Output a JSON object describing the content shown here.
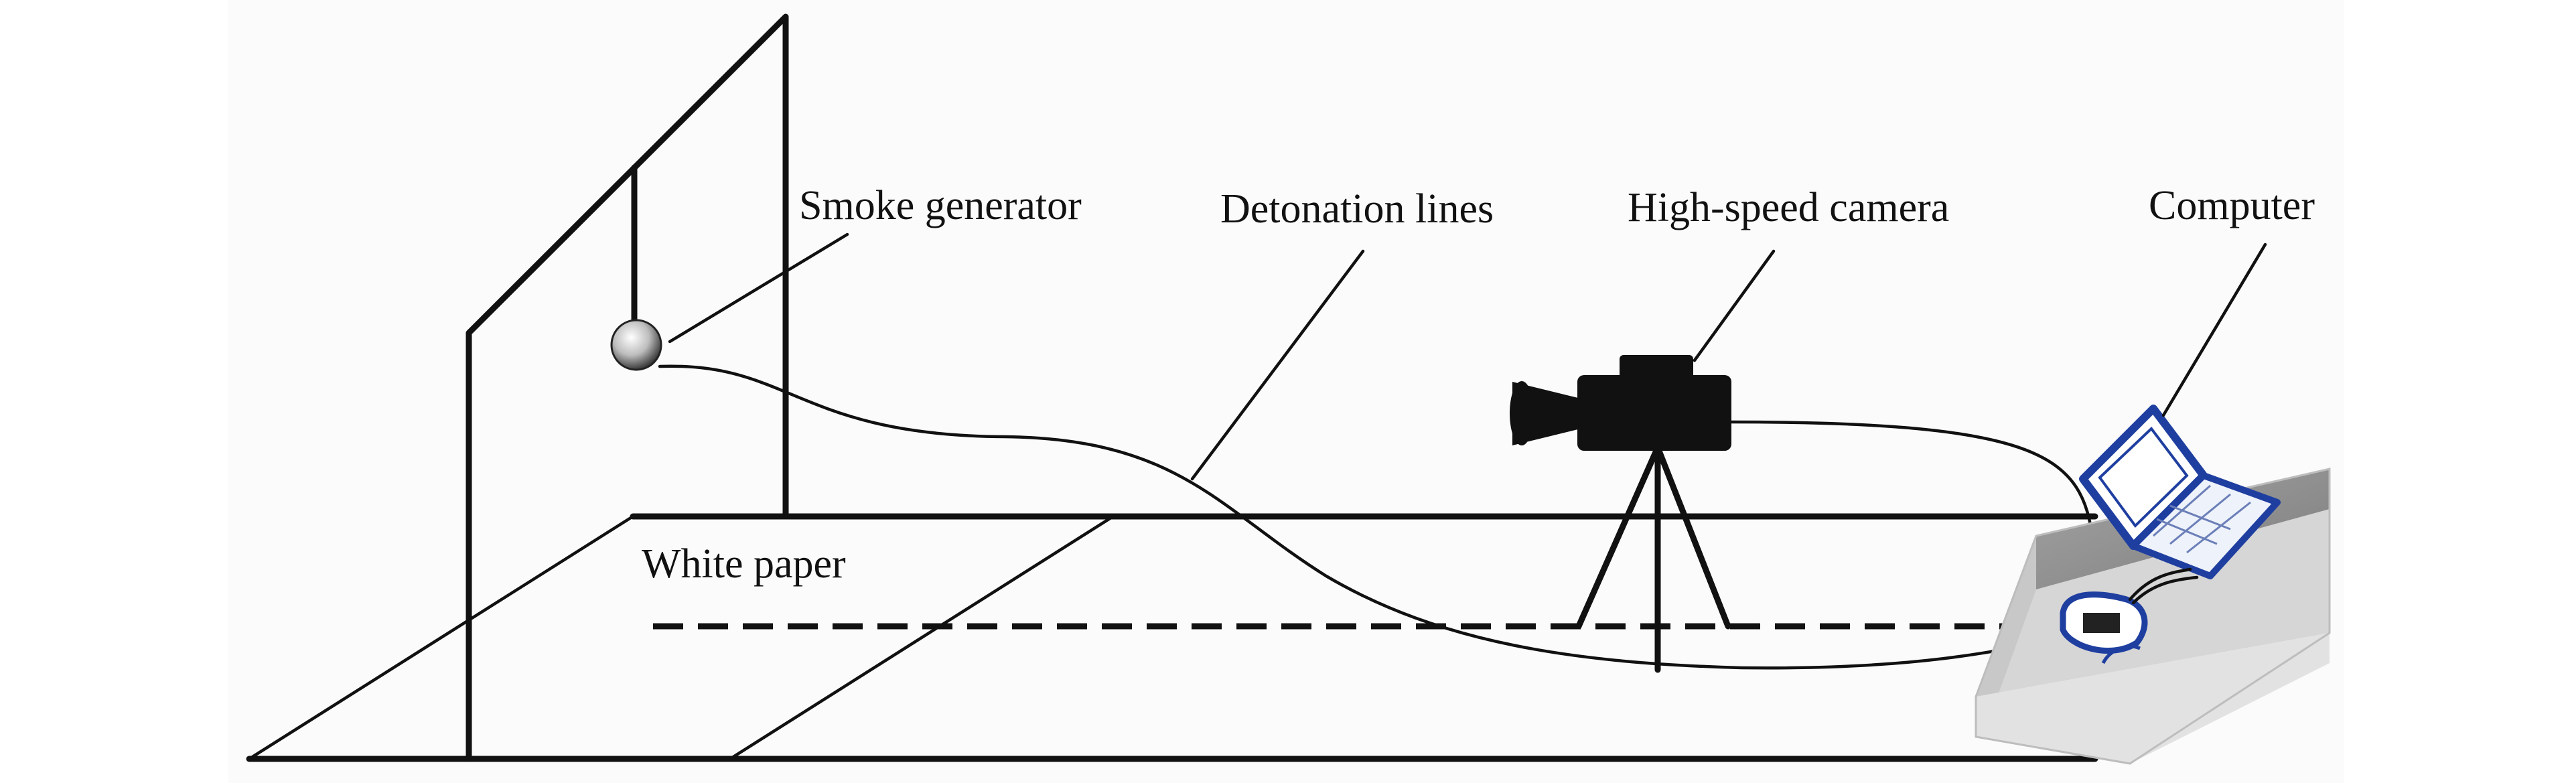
{
  "labels": {
    "smoke_generator": "Smoke generator",
    "detonation_lines": "Detonation lines",
    "high_speed_camera": "High-speed camera",
    "computer": "Computer",
    "white_paper": "White paper"
  },
  "icons": {
    "smoke_generator": "smoke-ball-icon",
    "camera": "video-camera-icon",
    "computer": "laptop-icon",
    "device": "trigger-box-icon"
  },
  "colors": {
    "line": "#111111",
    "laptop_outline": "#1f3fa0",
    "laptop_screen": "#ffffff",
    "table_top": "#8e8e8e",
    "table_side": "#dcdcdc",
    "background_edge": "#f4f4f4"
  }
}
